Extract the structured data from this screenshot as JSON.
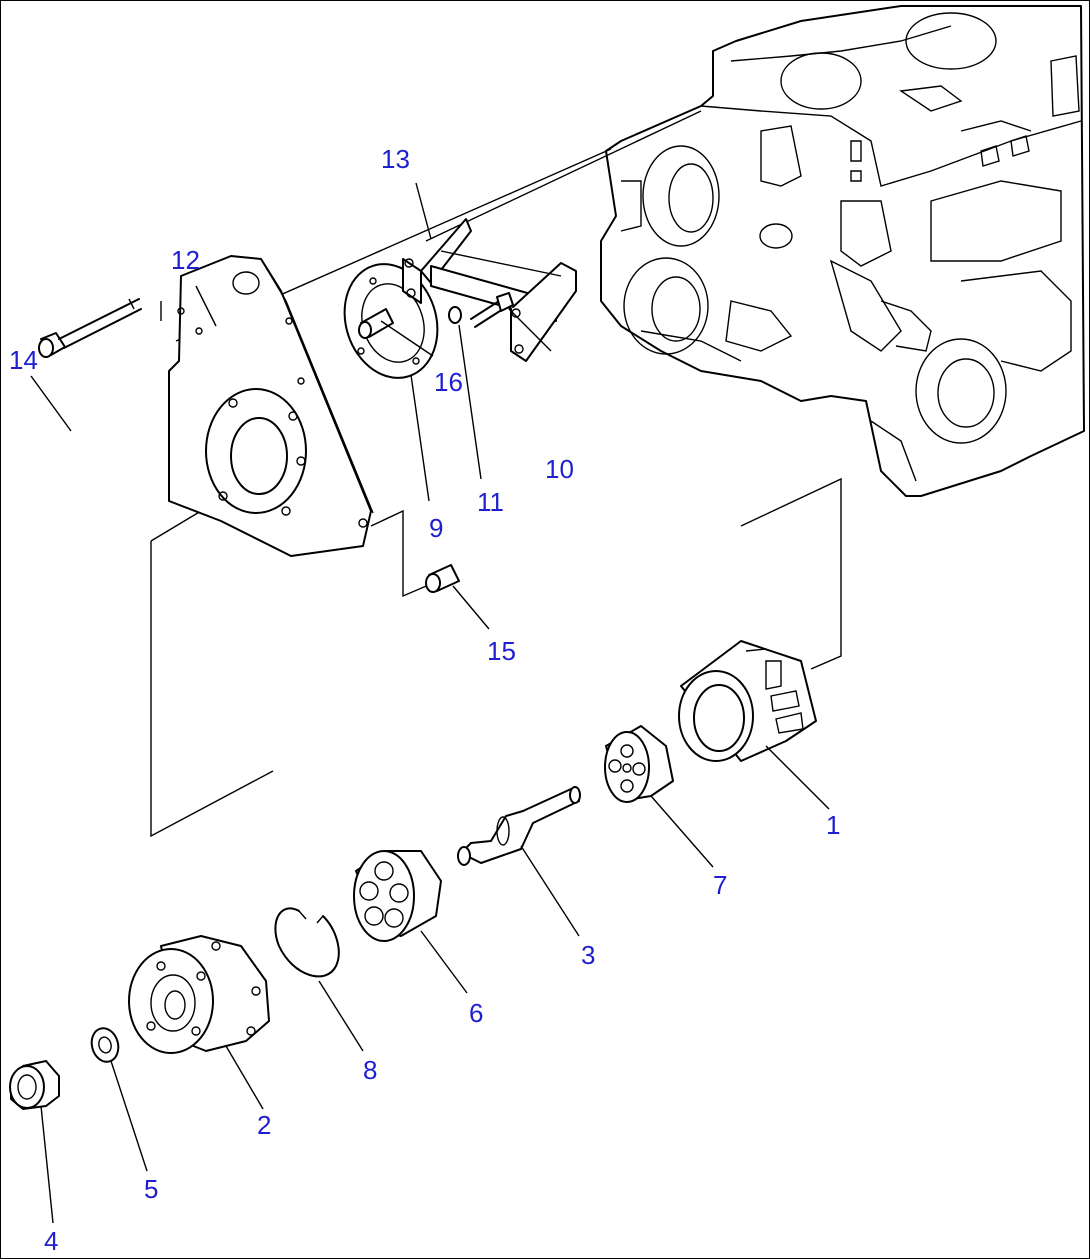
{
  "diagram": {
    "callout_color": "#1f1fd0",
    "callouts": [
      {
        "id": "1",
        "text": "1"
      },
      {
        "id": "2",
        "text": "2"
      },
      {
        "id": "3",
        "text": "3"
      },
      {
        "id": "4",
        "text": "4"
      },
      {
        "id": "5",
        "text": "5"
      },
      {
        "id": "6",
        "text": "6"
      },
      {
        "id": "7",
        "text": "7"
      },
      {
        "id": "8",
        "text": "8"
      },
      {
        "id": "9",
        "text": "9"
      },
      {
        "id": "10",
        "text": "10"
      },
      {
        "id": "11",
        "text": "11"
      },
      {
        "id": "12",
        "text": "12"
      },
      {
        "id": "13",
        "text": "13"
      },
      {
        "id": "14",
        "text": "14"
      },
      {
        "id": "15",
        "text": "15"
      },
      {
        "id": "16",
        "text": "16"
      }
    ]
  }
}
